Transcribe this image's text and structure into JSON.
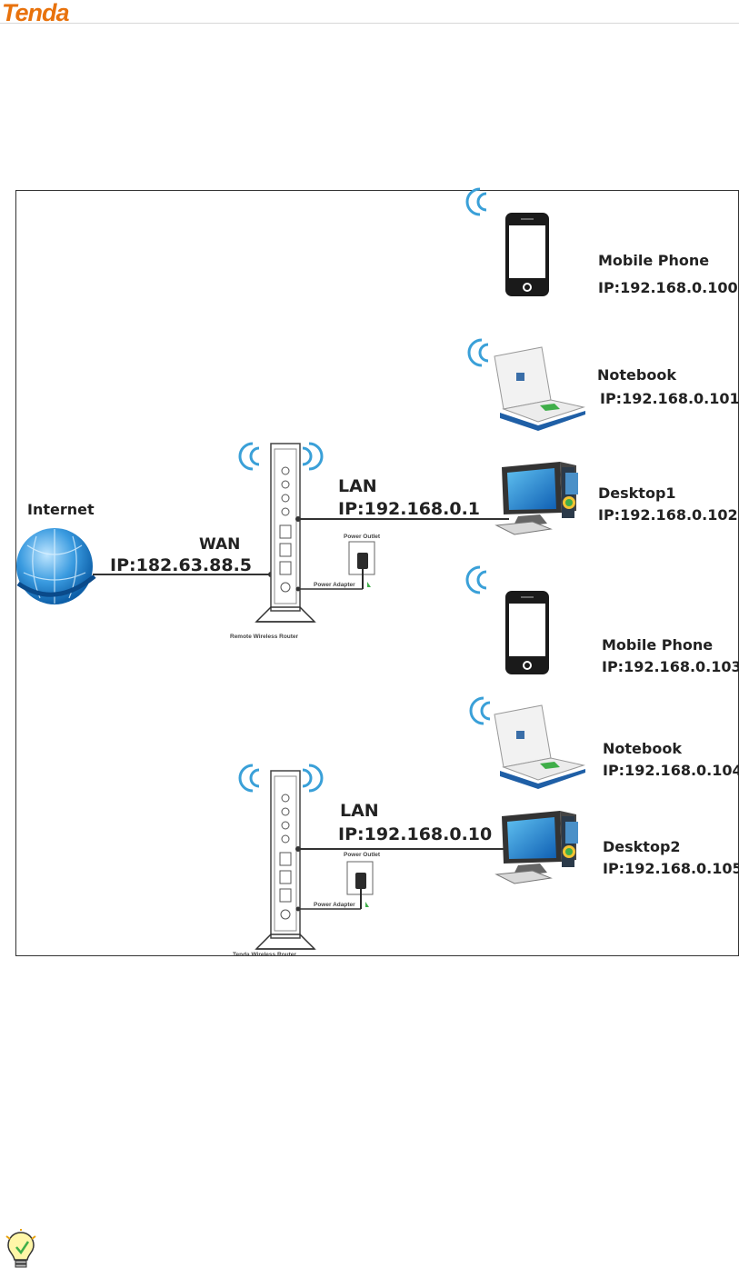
{
  "header": {
    "logo": "Tenda"
  },
  "diagram": {
    "internet_label": "Internet",
    "wan": {
      "label": "WAN",
      "ip": "IP:182.63.88.5"
    },
    "remote_router": {
      "caption": "Remote Wireless Router",
      "lan_label": "LAN",
      "lan_ip": "IP:192.168.0.1",
      "power_outlet": "Power Outlet",
      "power_adapter": "Power Adapter"
    },
    "tenda_router": {
      "caption": "Tenda Wireless Router",
      "lan_label": "LAN",
      "lan_ip": "IP:192.168.0.10",
      "power_outlet": "Power Outlet",
      "power_adapter": "Power Adapter"
    },
    "devices": [
      {
        "name": "Mobile Phone",
        "ip": "IP:192.168.0.100",
        "icon": "mobile-phone-icon"
      },
      {
        "name": "Notebook",
        "ip": "IP:192.168.0.101",
        "icon": "notebook-icon"
      },
      {
        "name": "Desktop1",
        "ip": "IP:192.168.0.102",
        "icon": "desktop-icon"
      },
      {
        "name": "Mobile Phone",
        "ip": "IP:192.168.0.103",
        "icon": "mobile-phone-icon"
      },
      {
        "name": "Notebook",
        "ip": "IP:192.168.0.104",
        "icon": "notebook-icon"
      },
      {
        "name": "Desktop2",
        "ip": "IP:192.168.0.105",
        "icon": "desktop-icon"
      }
    ]
  },
  "colors": {
    "logo": "#e8720c",
    "wifi": "#3aa0d8",
    "screen": "#1e73be",
    "globe": "#2a8fd6"
  }
}
